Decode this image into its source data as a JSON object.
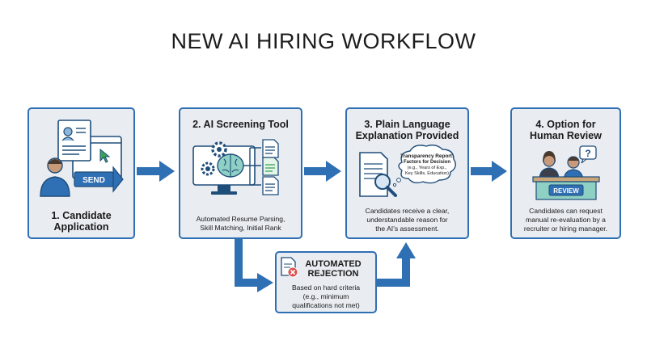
{
  "title": "NEW AI HIRING WORKFLOW",
  "steps": [
    {
      "title_line1": "1. Candidate",
      "title_line2": "Application",
      "badge": "SEND",
      "icon": "resume-send-icon"
    },
    {
      "title_line1": "2. AI Screening Tool",
      "desc_line1": "Automated Resume Parsing,",
      "desc_line2": "Skill Matching, Initial Rank",
      "icon": "ai-brain-computer-icon"
    },
    {
      "title_line1": "3. Plain",
      "title_line2": "Language",
      "title_line3": "Explanation Provided",
      "bubble_line1": "Transparency Report:",
      "bubble_line2": "Factors for Decision",
      "bubble_line3": "(e.g., Years of Exp.,",
      "bubble_line4": "Key Skills, Education)",
      "desc_line1": "Candidates receive a clear,",
      "desc_line2": "understandable reason for",
      "desc_line3": "the AI's assessment.",
      "icon": "document-magnifier-icon"
    },
    {
      "title_line1": "4. Option for",
      "title_line2": "Human Review",
      "badge": "REVIEW",
      "bubble": "?",
      "desc_line1": "Candidates can request",
      "desc_line2": "manual re-evaluation by a",
      "desc_line3": "recruiter or hiring manager.",
      "icon": "review-panel-icon"
    }
  ],
  "rejection": {
    "title_line1": "AUTOMATED",
    "title_line2": "REJECTION",
    "desc_line1": "Based on hard criteria",
    "desc_line2": "(e.g., minimum",
    "desc_line3": "qualifications not met)",
    "icon": "rejected-document-icon"
  },
  "colors": {
    "accent": "#2f6fb3",
    "card_bg": "#e9edf2",
    "reject": "#d9534f",
    "green": "#3aa357",
    "navy": "#1f4d7a"
  }
}
